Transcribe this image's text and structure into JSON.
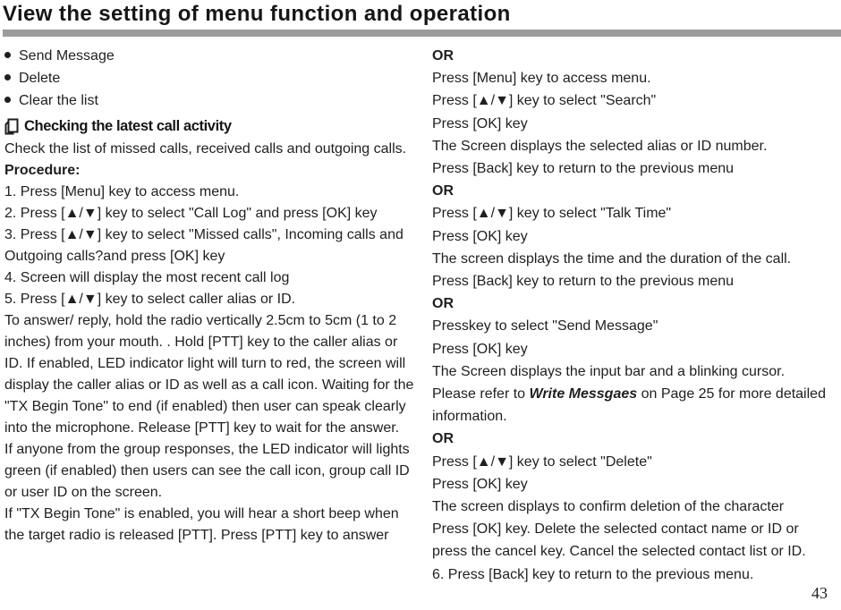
{
  "colors": {
    "rule_gray": "#9b9b9b",
    "text": "#1f1f1f"
  },
  "header": {
    "title": "View the setting of menu function and operation"
  },
  "footer": {
    "page_number": "43"
  },
  "left": {
    "bullets": [
      {
        "label": "Send Message"
      },
      {
        "label": "Delete"
      },
      {
        "label": "Clear the list"
      }
    ],
    "heading": "Checking the latest call activity",
    "intro": "Check the list of missed calls, received calls and outgoing calls.",
    "procedure_label": "Procedure:",
    "steps": [
      "1. Press [Menu] key to access menu.",
      "2. Press [▲/▼] key to select \"Call Log\" and press [OK] key",
      "3. Press [▲/▼] key to select \"Missed calls\", Incoming calls and Outgoing calls?and press [OK] key",
      "4. Screen will display the most recent call log",
      "5. Press [▲/▼] key to select caller alias or ID."
    ],
    "paragraphs": [
      "To answer/ reply, hold the radio vertically 2.5cm to 5cm (1 to 2 inches) from your mouth. . Hold [PTT] key to the caller alias or ID. If enabled, LED indicator light will turn to red, the screen will display the caller alias or ID as well as a call icon. Waiting for the \"TX Begin Tone\" to end (if enabled) then user can speak clearly into the microphone. Release [PTT] key to wait for the answer.",
      "If anyone from the group responses, the LED indicator will lights green (if enabled) then users can see the call icon, group call ID or user ID on the screen.",
      "If \"TX Begin Tone\" is enabled, you will hear a short beep when the target radio is released [PTT]. Press [PTT] key to answer"
    ]
  },
  "right": {
    "lines": [
      {
        "style": "or",
        "text": "OR"
      },
      {
        "style": "normal",
        "text": "Press [Menu] key to access menu."
      },
      {
        "style": "normal",
        "text": "Press [▲/▼] key to select \"Search\""
      },
      {
        "style": "normal",
        "text": "Press [OK] key"
      },
      {
        "style": "normal",
        "text": "The Screen displays the selected alias or ID number."
      },
      {
        "style": "normal",
        "text": "Press [Back] key to return to the previous menu"
      },
      {
        "style": "or",
        "text": "OR"
      },
      {
        "style": "normal",
        "text": "Press [▲/▼] key to select \"Talk Time\""
      },
      {
        "style": "normal",
        "text": "Press [OK] key"
      },
      {
        "style": "normal",
        "text": "The screen displays the time and the duration of the call."
      },
      {
        "style": "normal",
        "text": "Press [Back] key to return to the previous menu"
      },
      {
        "style": "or",
        "text": "OR"
      },
      {
        "style": "normal",
        "text": "Presskey to select \"Send Message\""
      },
      {
        "style": "normal",
        "text": "Press [OK] key"
      },
      {
        "style": "normal",
        "text": "The Screen displays the input bar and a blinking cursor."
      },
      {
        "style": "or",
        "text": "OR"
      },
      {
        "style": "normal",
        "text": "Press [▲/▼] key to select \"Delete\""
      },
      {
        "style": "normal",
        "text": "Press [OK] key"
      },
      {
        "style": "normal",
        "text": "The screen displays to confirm deletion of the character"
      },
      {
        "style": "normal",
        "text": "Press [OK] key. Delete the selected contact name or ID or press the cancel key. Cancel the selected contact list or ID."
      },
      {
        "style": "normal",
        "text": "6. Press [Back] key to return to the previous menu."
      }
    ],
    "refer": {
      "prefix": "Please refer to ",
      "emphasis": "Write Messgaes",
      "suffix": " on Page 25 for more detailed information."
    }
  }
}
